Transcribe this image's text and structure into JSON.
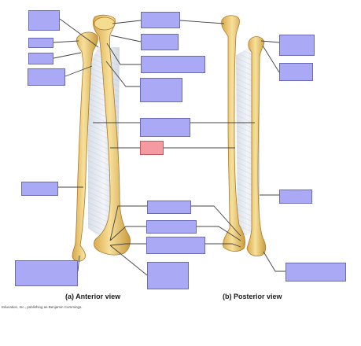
{
  "captions": {
    "anterior": "(a) Anterior view",
    "posterior": "(b) Posterior view"
  },
  "credit": "Education, Inc., publishing as Benjamin Cummings.",
  "colors": {
    "label_box": "#a9a9f5",
    "highlight_box": "#f49aa0",
    "bone_fill": "#efd27a",
    "membrane": "#e6ebf2"
  }
}
